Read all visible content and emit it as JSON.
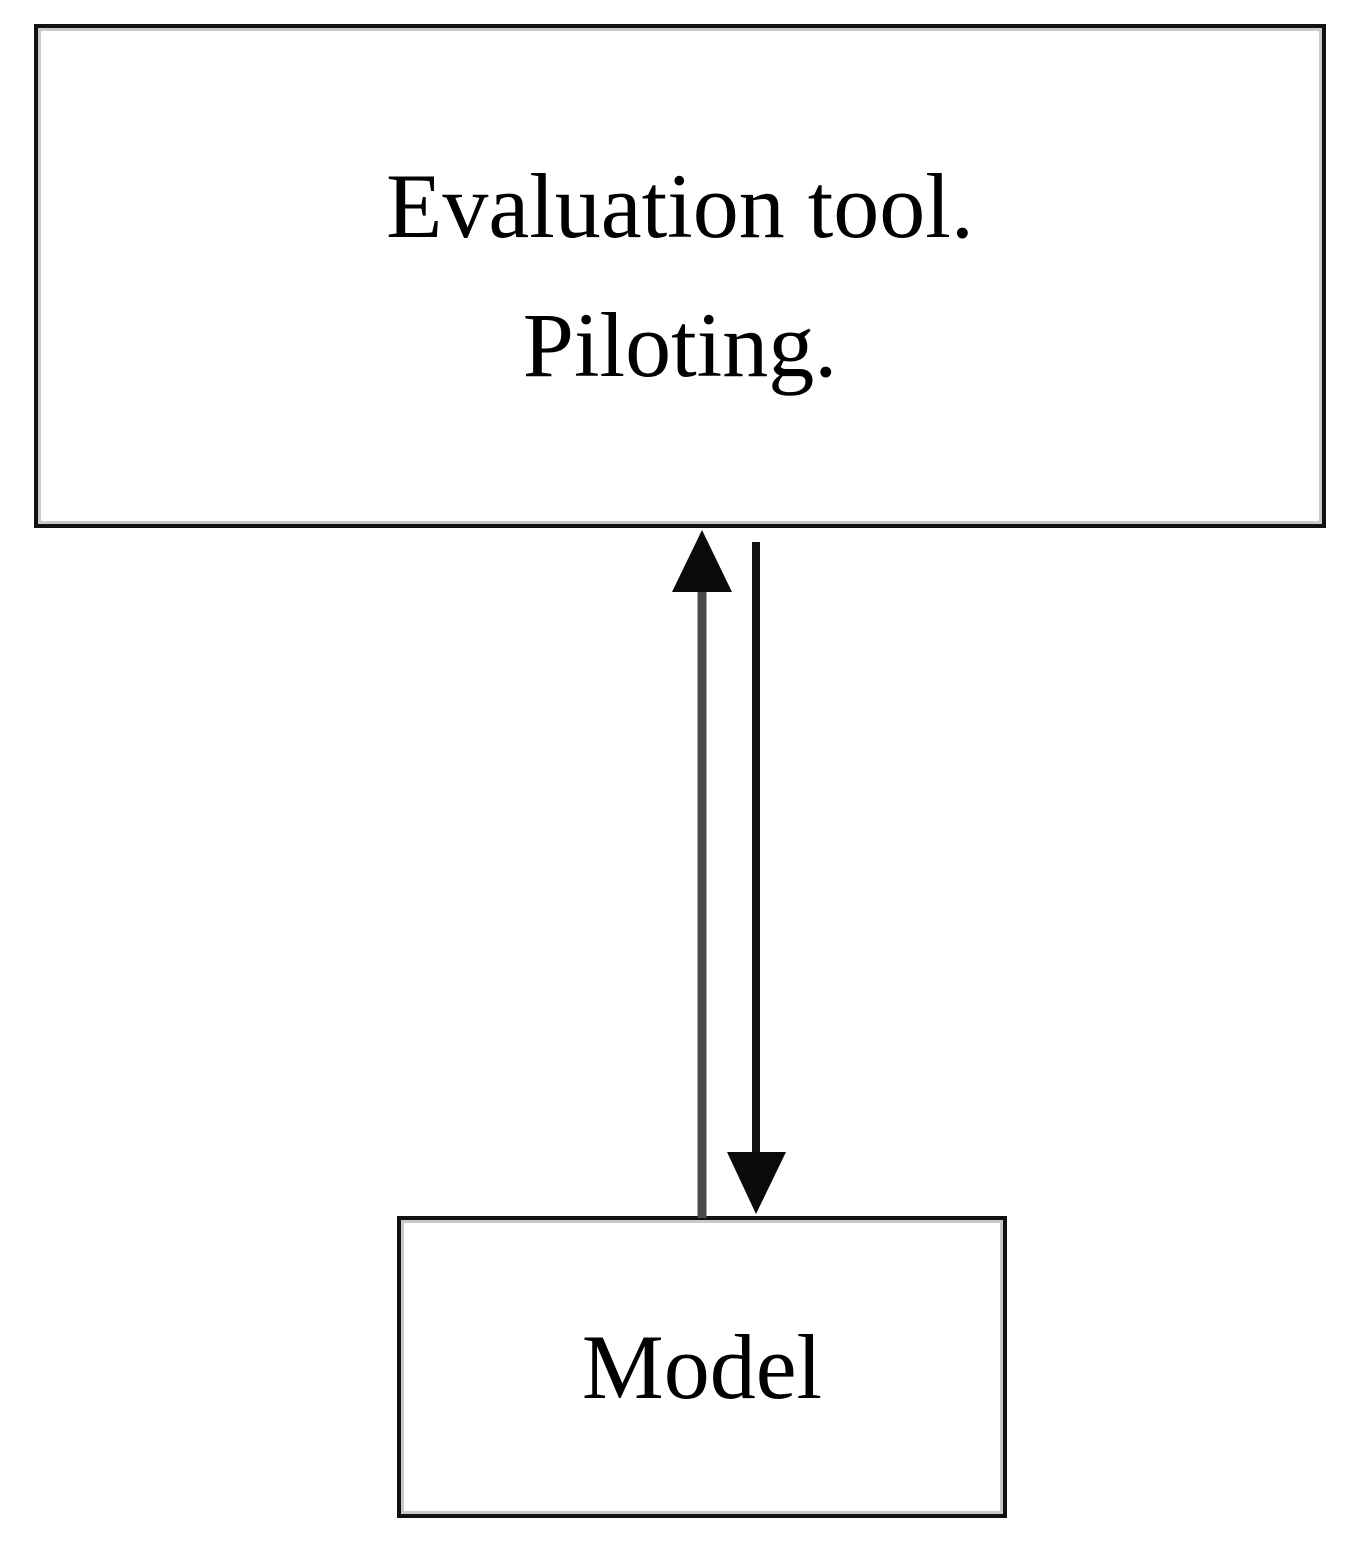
{
  "diagram": {
    "type": "flowchart",
    "background_color": "#ffffff",
    "nodes": [
      {
        "id": "evaluation-tool",
        "shape": "rectangle",
        "lines": [
          "Evaluation tool.",
          "Piloting."
        ],
        "border_color": "#111111",
        "fill_color": "#ffffff",
        "text_color": "#000000"
      },
      {
        "id": "model",
        "shape": "rectangle",
        "lines": [
          "Model"
        ],
        "border_color": "#111111",
        "fill_color": "#ffffff",
        "text_color": "#000000"
      }
    ],
    "edges": [
      {
        "id": "model-to-evaluation",
        "from": "model",
        "to": "evaluation-tool",
        "direction": "up",
        "label": "",
        "color": "#4a4a4a",
        "arrowhead": "solid-triangle"
      },
      {
        "id": "evaluation-to-model",
        "from": "evaluation-tool",
        "to": "model",
        "direction": "down",
        "label": "",
        "color": "#111111",
        "arrowhead": "solid-triangle"
      }
    ]
  },
  "labels": {
    "evaluation_line_1": "Evaluation tool.",
    "evaluation_line_2": "Piloting.",
    "model": "Model"
  }
}
